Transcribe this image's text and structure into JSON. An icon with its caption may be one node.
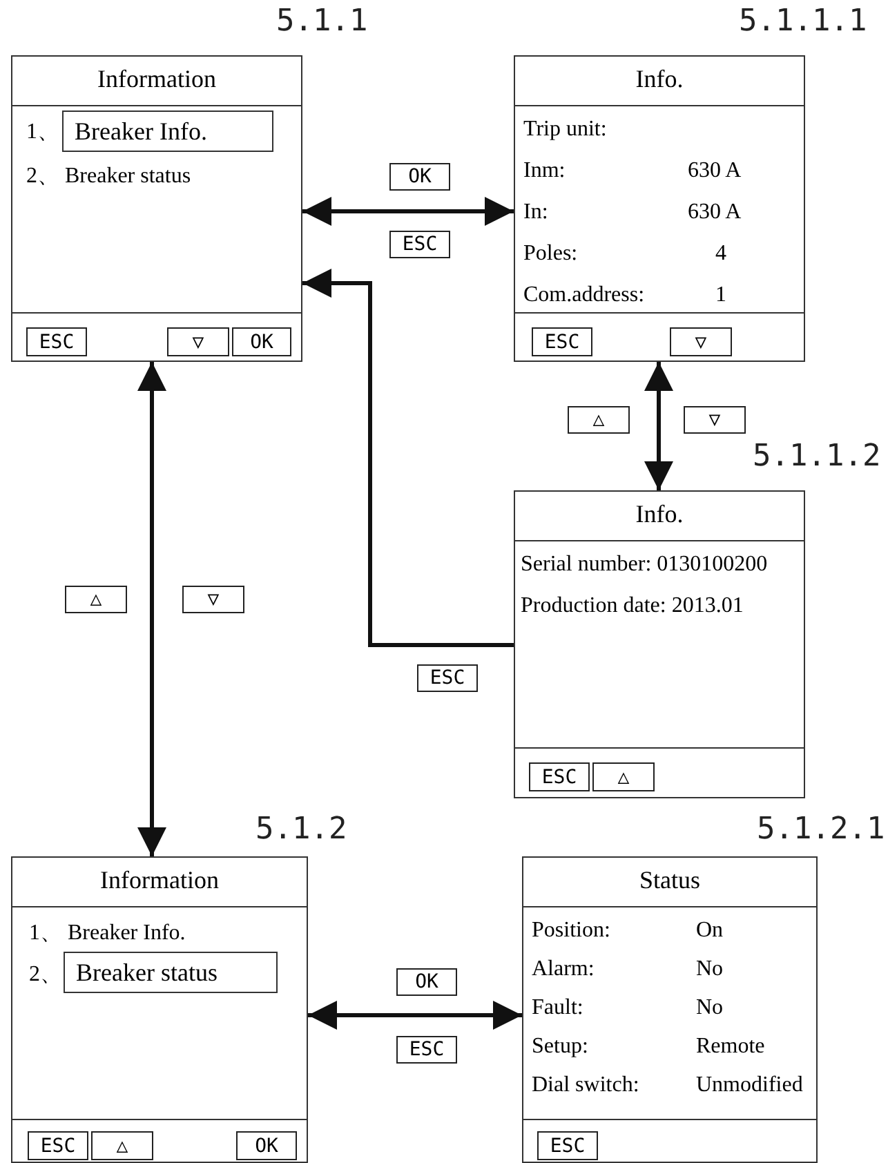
{
  "diagram": {
    "nodes": [
      {
        "text": [
          "Information",
          "1、",
          "2、 Breaker status"
        ],
        "beside": [
          "5.1.1"
        ]
      },
      {
        "text": [
          "Breaker Info."
        ],
        "in": 0
      },
      {
        "text": [
          "ESC"
        ],
        "in": 0
      },
      {
        "text": [
          "▽"
        ],
        "in": 0
      },
      {
        "text": [
          "OK"
        ],
        "in": 0
      },
      {
        "text": [
          "Info.",
          "Trip unit:",
          "Inm:",
          "630 A",
          "In:",
          "630 A",
          "Poles:",
          "4",
          "Com.address:",
          "1"
        ],
        "beside": [
          "5.1.1.1"
        ]
      },
      {
        "text": [
          "ESC"
        ],
        "in": 5
      },
      {
        "text": [
          "▽"
        ],
        "in": 5
      },
      {
        "text": [
          "Info.",
          "Serial number: 0130100200",
          "Production date: 2013.01"
        ],
        "beside": [
          "5.1.1.2"
        ]
      },
      {
        "text": [
          "ESC"
        ],
        "in": 8
      },
      {
        "text": [
          "△"
        ],
        "in": 8
      },
      {
        "text": [
          "Information",
          "1、 Breaker Info.",
          "2、"
        ],
        "beside": [
          "5.1.2"
        ]
      },
      {
        "text": [
          "Breaker status"
        ],
        "in": 11
      },
      {
        "text": [
          "ESC"
        ],
        "in": 11
      },
      {
        "text": [
          "△"
        ],
        "in": 11
      },
      {
        "text": [
          "OK"
        ],
        "in": 11
      },
      {
        "text": [
          "Status",
          "Position:",
          "On",
          "Alarm:",
          "No",
          "Fault:",
          "No",
          "Setup:",
          "Remote",
          "Dial switch:",
          "Unmodified"
        ],
        "beside": [
          "5.1.2.1"
        ]
      },
      {
        "text": [
          "ESC"
        ],
        "in": 16
      },
      {
        "text": [
          "OK"
        ]
      },
      {
        "text": [
          "ESC"
        ]
      },
      {
        "text": [
          "△"
        ]
      },
      {
        "text": [
          "▽"
        ]
      },
      {
        "text": [
          "△"
        ]
      },
      {
        "text": [
          "▽"
        ]
      },
      {
        "text": [
          "ESC"
        ]
      },
      {
        "text": [
          "OK"
        ]
      },
      {
        "text": [
          "ESC"
        ]
      }
    ],
    "edges": [
      {
        "from": 0,
        "to": 5,
        "arrow": "both"
      },
      {
        "from": 5,
        "to": 8,
        "arrow": "both"
      },
      {
        "from": 8,
        "to": 0,
        "arrow": "to"
      },
      {
        "from": 0,
        "to": 11,
        "arrow": "both"
      },
      {
        "from": 11,
        "to": 16,
        "arrow": "both"
      }
    ]
  }
}
